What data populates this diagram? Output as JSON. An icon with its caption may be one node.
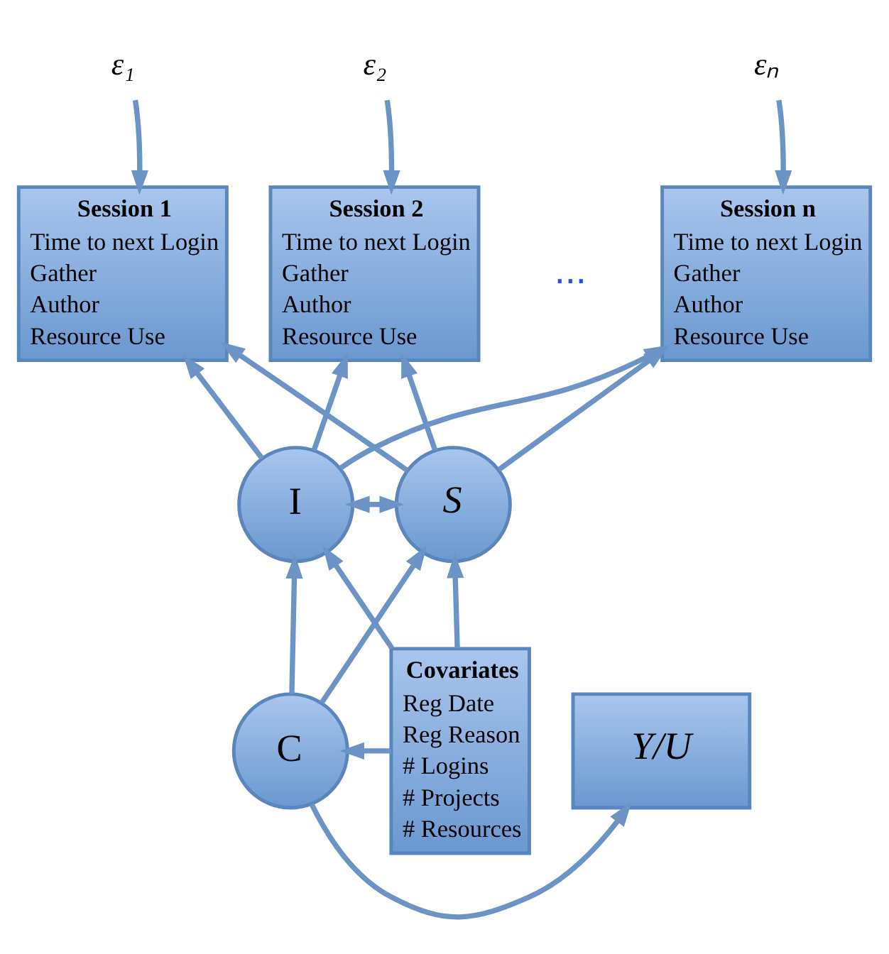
{
  "diagram": {
    "nodes": [
      {
        "text": [
          "ε₁"
        ]
      },
      {
        "text": [
          "ε₂"
        ]
      },
      {
        "text": [
          "εₙ"
        ]
      },
      {
        "text": [
          "Session 1",
          "Time to next Login",
          "Gather",
          "Author",
          "Resource Use"
        ]
      },
      {
        "text": [
          "Session 2",
          "Time to next Login",
          "Gather",
          "Author",
          "Resource Use"
        ]
      },
      {
        "text": [
          "Session n",
          "Time to next Login",
          "Gather",
          "Author",
          "Resource Use"
        ]
      },
      {
        "text": [
          "I"
        ]
      },
      {
        "text": [
          "S"
        ]
      },
      {
        "text": [
          "Covariates",
          "Reg Date",
          "Reg Reason",
          "# Logins",
          "# Projects",
          "# Resources"
        ]
      },
      {
        "text": [
          "C"
        ]
      },
      {
        "text": [
          "Y/U"
        ]
      }
    ],
    "edges": [
      {
        "from": 0,
        "to": 3,
        "arrow": "to"
      },
      {
        "from": 1,
        "to": 4,
        "arrow": "to"
      },
      {
        "from": 2,
        "to": 5,
        "arrow": "to"
      },
      {
        "from": 6,
        "to": 3,
        "arrow": "to"
      },
      {
        "from": 6,
        "to": 4,
        "arrow": "to"
      },
      {
        "from": 6,
        "to": 5,
        "arrow": "to"
      },
      {
        "from": 7,
        "to": 3,
        "arrow": "to"
      },
      {
        "from": 7,
        "to": 4,
        "arrow": "to"
      },
      {
        "from": 7,
        "to": 5,
        "arrow": "to"
      },
      {
        "from": 6,
        "to": 7,
        "arrow": "both"
      },
      {
        "from": 8,
        "to": 6,
        "arrow": "to"
      },
      {
        "from": 8,
        "to": 7,
        "arrow": "to"
      },
      {
        "from": 8,
        "to": 9,
        "arrow": "to"
      },
      {
        "from": 9,
        "to": 6,
        "arrow": "to"
      },
      {
        "from": 9,
        "to": 7,
        "arrow": "to"
      },
      {
        "from": 9,
        "to": 10,
        "arrow": "to"
      }
    ],
    "labels": [
      "..."
    ]
  }
}
